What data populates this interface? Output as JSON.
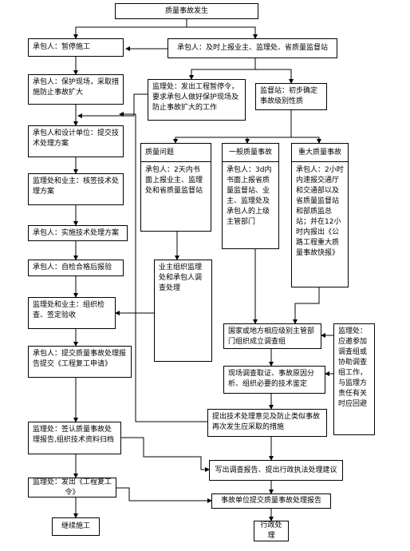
{
  "nodes": {
    "start": "质量事故发生",
    "contractor_stop": "承包人：暂停施工",
    "contractor_report": "承包人：及时上报业主、监理处、省质量监督站",
    "protect": "承包人：保护现场，采取措施防止事故扩大",
    "supervisor_order": "监理处：发出工程暂停令，要求承包人做好保护现场及防止事故扩大的工作",
    "station_confirm": "监督站：初步确定事故级别性质",
    "design_plan": "承包人和设计单位：提交技术处理方案",
    "quality_problem": "质量问题",
    "general_accident": "一般质量事故",
    "major_accident": "重大质量事故",
    "qp_detail": "承包人：2天内书面上报业主、监理处和省质量监督站",
    "ga_detail": "承包人：3d内书面上报省质量监督站、业主、监理处及承包人的上级主管部门",
    "ma_detail": "承包人：2小时内速报交通厅和交通部以及省质量监督站和部质监总站；并在12小时内报出《公路工程重大质量事故快报》",
    "review_plan": "监理处和业主：核签技术处理方案",
    "implement": "承包人：实施技术处理方案",
    "self_check": "承包人：自检合格后报验",
    "owner_handle": "业主组织监理处和承包人调查处理",
    "inspect": "监理处和业主：组织检查、签定验收",
    "submit_report": "承包人：提交质量事故处理报告提交《工程复工申请》",
    "investigation_team": "国家或地方相应级别主管部门组织成立调查组",
    "supervisor_invite": "监理处：应邀参加调查组或协助调查组工作，与监理方责任有关时应回避",
    "onsite": "现场调查取证、事故原因分析、组织必要的技术鉴定",
    "propose": "提出技术处理意见及防止类似事故再次发生应采取的措施",
    "confirm_report": "监理处：签认质量事故处理报告,组织技术资料归档",
    "write_report": "写出调查报告、提出行政执法处理建议",
    "resume_order": "监理处：发出《工程复工令》",
    "accident_report": "事故单位提交质量事故处理报告",
    "continue": "继续施工",
    "admin": "行政处理"
  }
}
